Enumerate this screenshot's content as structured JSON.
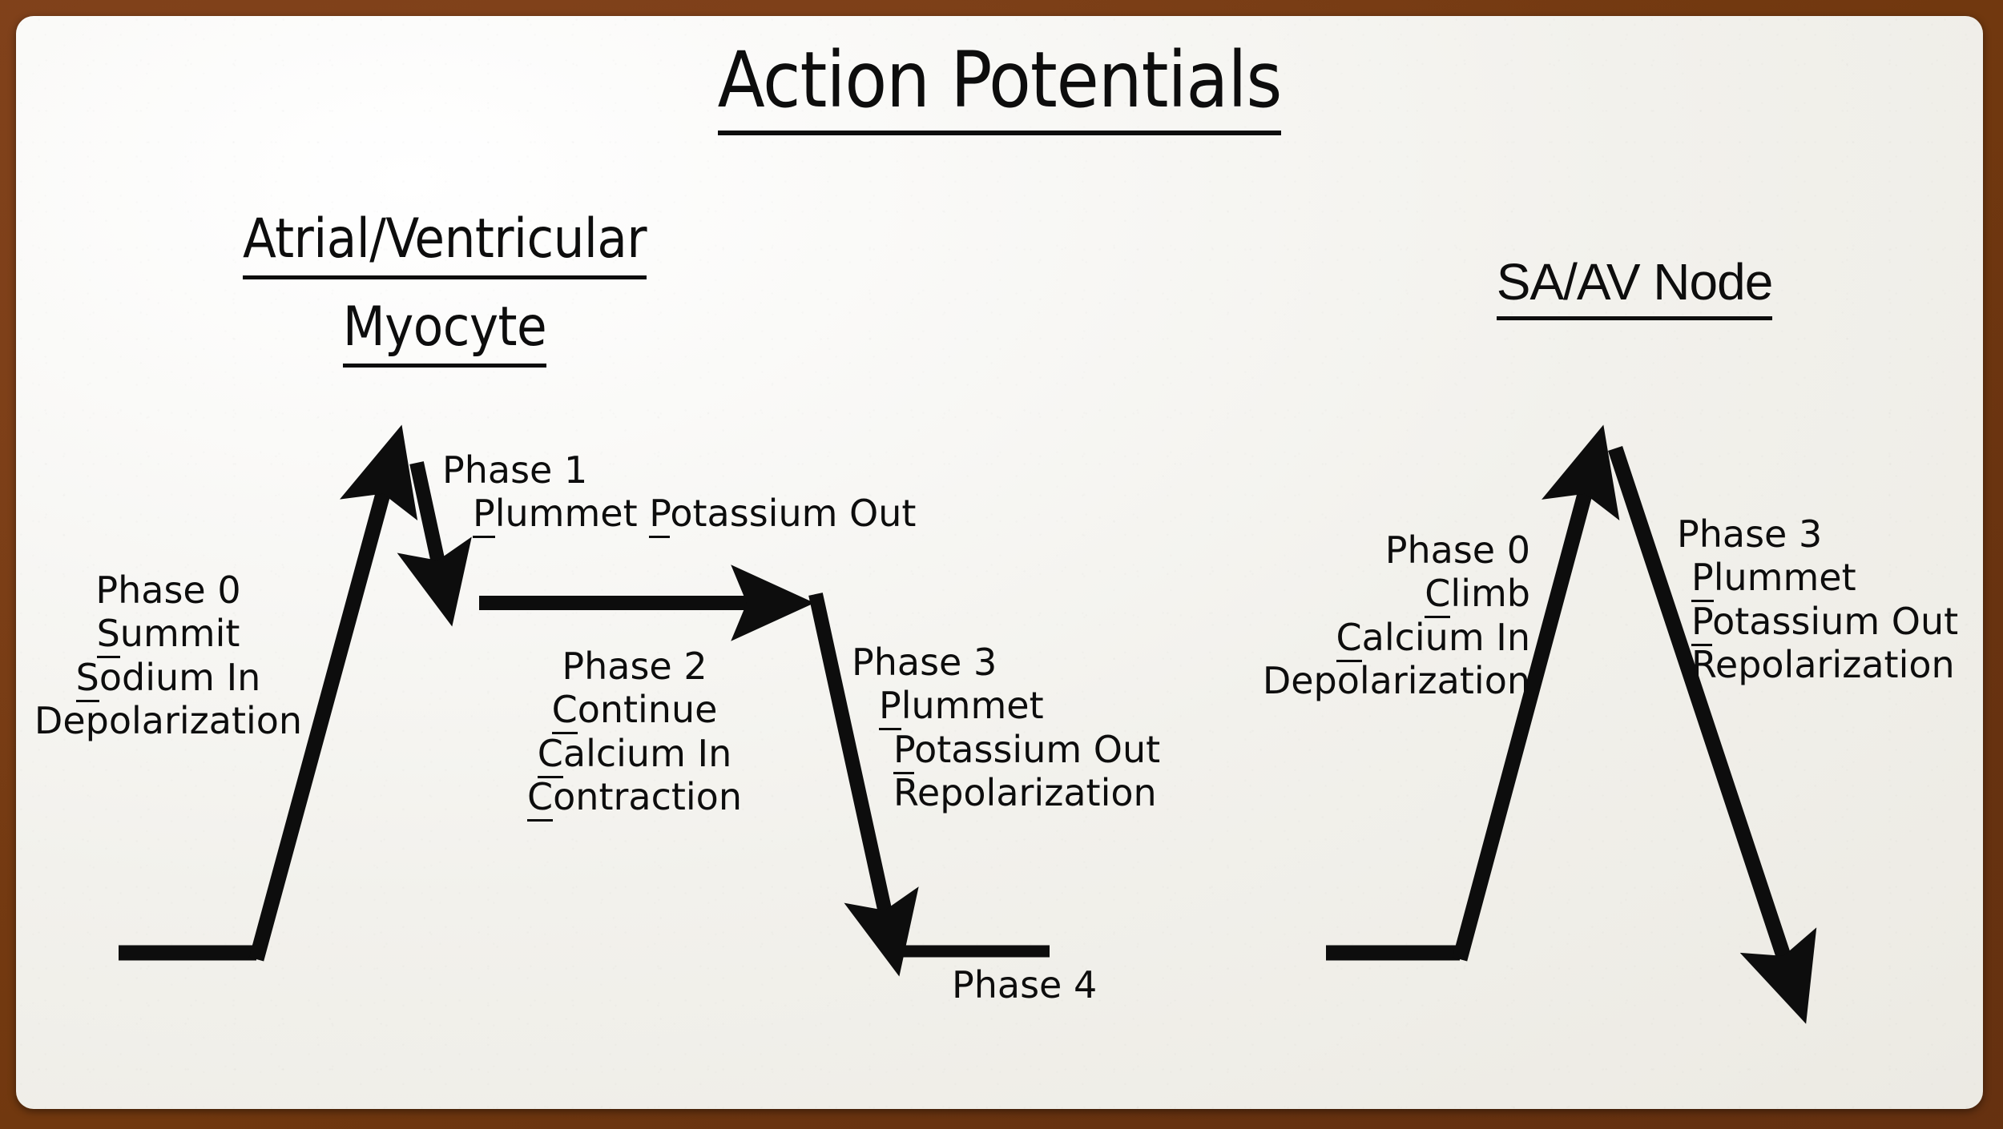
{
  "slide": {
    "title": "Action Potentials",
    "background_color": "#7a3c18",
    "card_color": "#f2f1ec",
    "ink_color": "#0d0d0d"
  },
  "panels": {
    "left": {
      "heading_line1": "Atrial/Ventricular",
      "heading_line2": "Myocyte",
      "annotations": {
        "phase0": {
          "title": "Phase 0",
          "mnemonic_lines": [
            {
              "initial": "S",
              "rest": "ummit",
              "underlined": true
            },
            {
              "initial": "S",
              "rest": "odium In",
              "underlined": true
            },
            {
              "initial": "",
              "rest": "Depolarization",
              "underlined": false
            }
          ]
        },
        "phase1": {
          "title": "Phase 1",
          "mnemonic_lines": [
            {
              "initial": "P",
              "rest": "lummet ",
              "underlined": true,
              "initial2": "P",
              "rest2": "otassium Out"
            }
          ]
        },
        "phase2": {
          "title": "Phase 2",
          "mnemonic_lines": [
            {
              "initial": "C",
              "rest": "ontinue",
              "underlined": true
            },
            {
              "initial": "C",
              "rest": "alcium In",
              "underlined": true
            },
            {
              "initial": "C",
              "rest": "ontraction",
              "underlined": true
            }
          ]
        },
        "phase3": {
          "title": "Phase 3",
          "mnemonic_lines": [
            {
              "initial": "P",
              "rest": "lummet",
              "underlined": true
            },
            {
              "initial": "P",
              "rest": "otassium Out",
              "underlined": true
            },
            {
              "initial": "",
              "rest": "Repolarization",
              "underlined": false
            }
          ]
        },
        "phase4": {
          "title": "Phase 4"
        }
      }
    },
    "right": {
      "heading": "SA/AV Node",
      "annotations": {
        "phase0": {
          "title": "Phase 0",
          "mnemonic_lines": [
            {
              "initial": "C",
              "rest": "limb",
              "underlined": true
            },
            {
              "initial": "C",
              "rest": "alcium In",
              "underlined": true
            },
            {
              "initial": "",
              "rest": "Depolarization",
              "underlined": false
            }
          ]
        },
        "phase3": {
          "title": "Phase 3",
          "mnemonic_lines": [
            {
              "initial": "P",
              "rest": "lummet",
              "underlined": true
            },
            {
              "initial": "P",
              "rest": "otassium Out",
              "underlined": true
            },
            {
              "initial": "",
              "rest": "Repolarization",
              "underlined": false
            }
          ]
        }
      }
    }
  },
  "chart_data": {
    "type": "line",
    "title": "Action Potentials",
    "description": "Two schematic cardiac action potential waveforms drawn as thick arrows: a myocyte fast-response curve with phases 0-4 and a nodal slow-response triangular curve with phases 0 and 3.",
    "xlabel": "",
    "ylabel": "",
    "grid": false,
    "legend": "none",
    "series": [
      {
        "name": "Atrial/Ventricular Myocyte",
        "phases": [
          {
            "phase": "Phase 0",
            "segment": "upstroke",
            "from": [
              148,
              1190
            ],
            "to": [
              480,
              555
            ],
            "arrow": true,
            "label": "Summit / Sodium In / Depolarization"
          },
          {
            "phase": "Phase 1",
            "segment": "notch",
            "from": [
              500,
              560
            ],
            "to": [
              545,
              745
            ],
            "arrow": true,
            "label": "Plummet Potassium Out"
          },
          {
            "phase": "Phase 2",
            "segment": "plateau",
            "from": [
              580,
              735
            ],
            "to": [
              975,
              735
            ],
            "arrow": true,
            "label": "Continue / Calcium In / Contraction"
          },
          {
            "phase": "Phase 3",
            "segment": "downstroke",
            "from": [
              1000,
              725
            ],
            "to": [
              1110,
              1185
            ],
            "arrow": true,
            "label": "Plummet / Potassium Out / Repolarization"
          },
          {
            "phase": "Phase 4",
            "segment": "baseline",
            "from": [
              1110,
              1185
            ],
            "to": [
              1310,
              1185
            ],
            "arrow": false,
            "label": "Phase 4"
          }
        ]
      },
      {
        "name": "SA/AV Node",
        "phases": [
          {
            "phase": "Phase 0",
            "segment": "upstroke",
            "from": [
              1655,
              1190
            ],
            "to": [
              1990,
              555
            ],
            "arrow": true,
            "label": "Climb / Calcium In / Depolarization"
          },
          {
            "phase": "Phase 3",
            "segment": "downstroke",
            "from": [
              2015,
              552
            ],
            "to": [
              2240,
              1255
            ],
            "arrow": true,
            "label": "Plummet / Potassium Out / Repolarization"
          }
        ]
      }
    ]
  }
}
